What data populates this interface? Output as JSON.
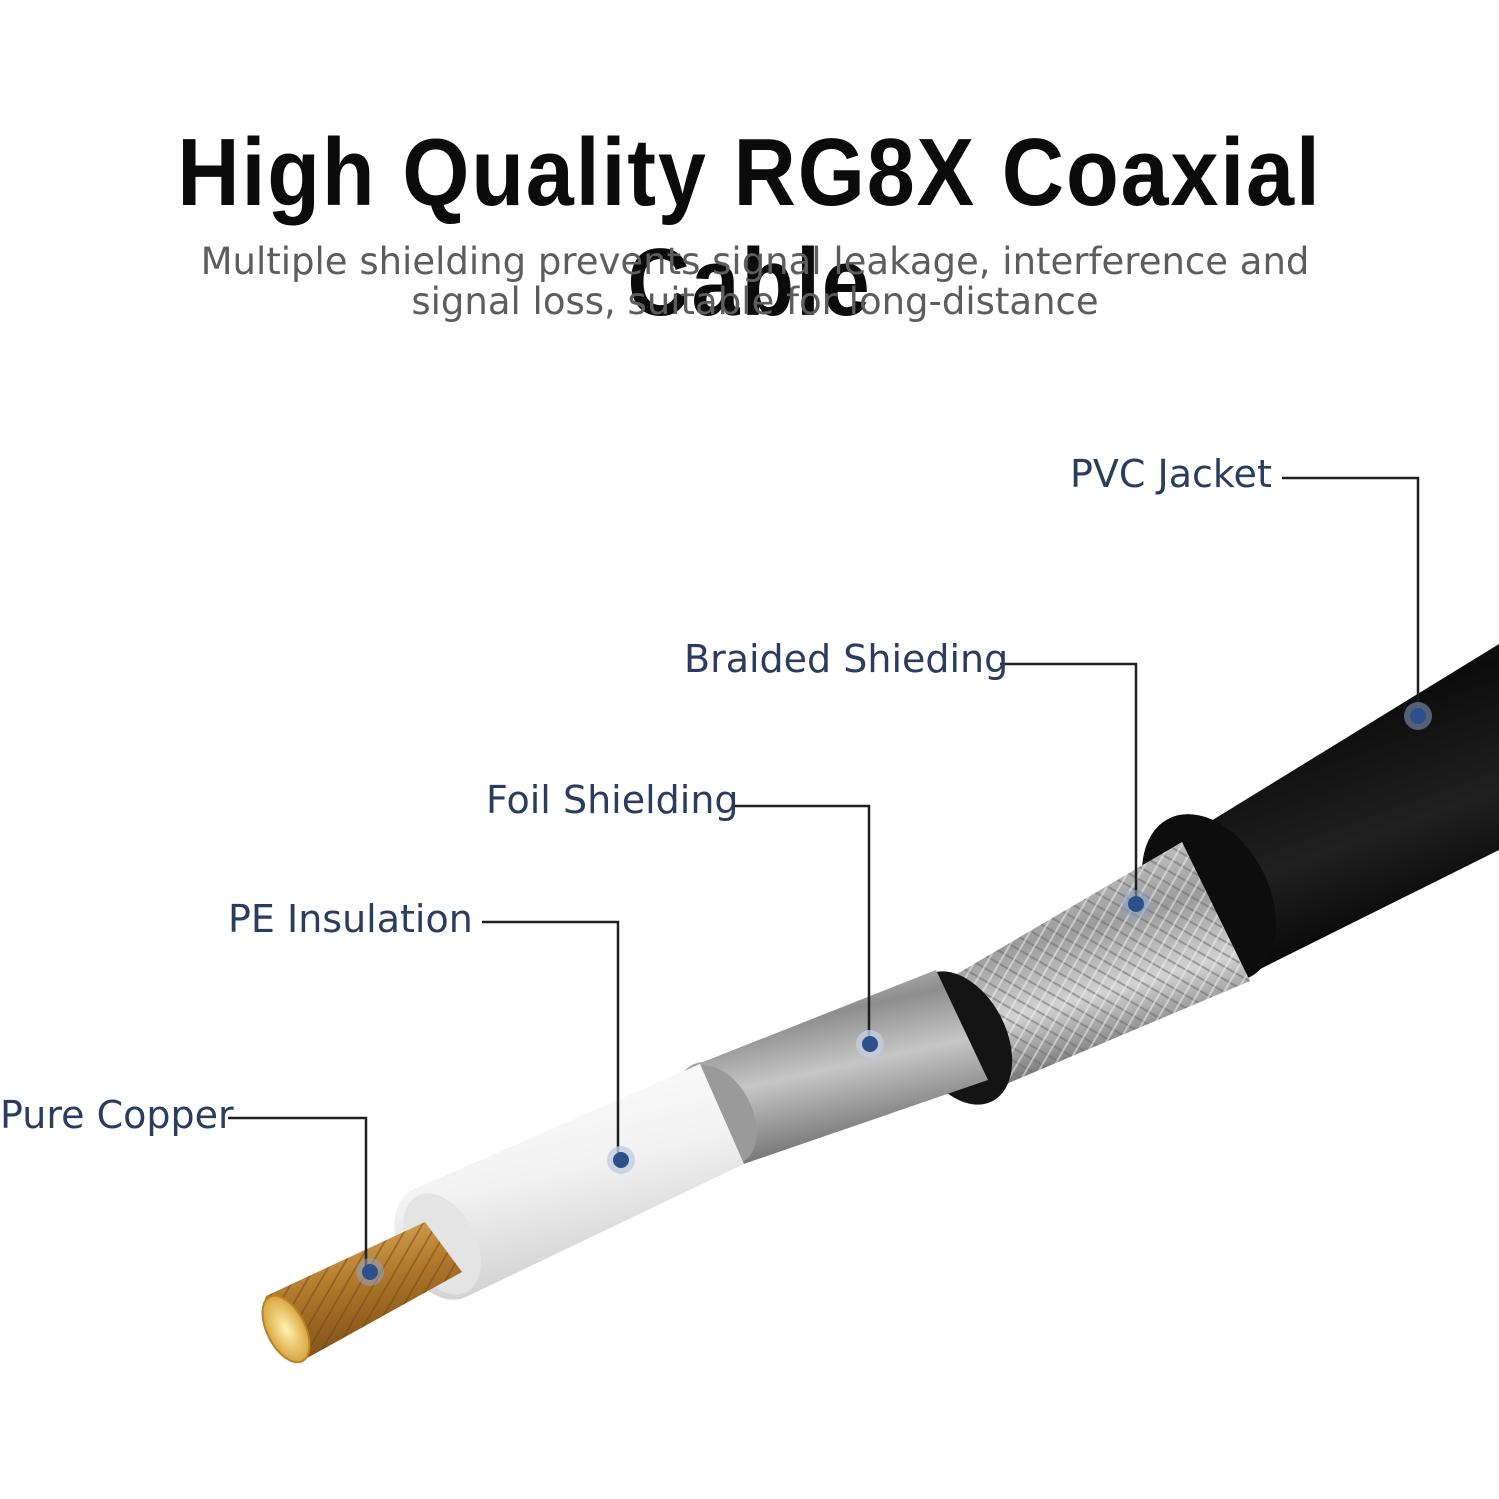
{
  "header": {
    "title": "High Quality RG8X Coaxial Cable",
    "subtitle": "Multiple shielding prevents signal leakage, interference and signal loss, suitable for long-distance"
  },
  "layers": [
    {
      "id": "pvc-jacket",
      "label": "PVC Jacket"
    },
    {
      "id": "braided-shielding",
      "label": "Braided Shieding"
    },
    {
      "id": "foil-shielding",
      "label": "Foil Shielding"
    },
    {
      "id": "pe-insulation",
      "label": "PE Insulation"
    },
    {
      "id": "pure-copper",
      "label": "Pure Copper"
    }
  ],
  "colors": {
    "label_text": "#2a3d5f",
    "marker": "#2d4f8c",
    "leader_line": "#1e1e1e",
    "jacket": "#1c1c1c",
    "copper": "#c9953c"
  }
}
